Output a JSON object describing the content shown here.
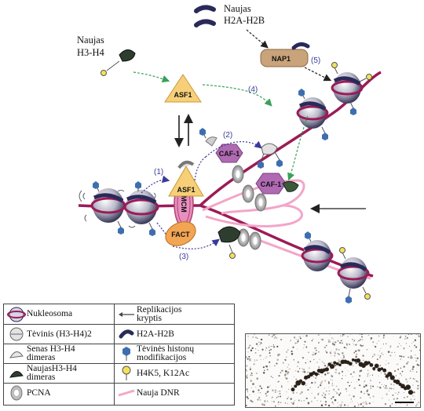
{
  "diagram": {
    "label_new_h2a_h2b": [
      "Naujas",
      "H2A-H2B"
    ],
    "label_new_h3_h4": [
      "Naujas",
      "H3-H4"
    ],
    "nap1": "NAP1",
    "asf1_top": "ASF1",
    "asf1_mid": "ASF1",
    "caf1_upper": "CAF-1",
    "caf1_lower": "CAF-1",
    "mcm": "MCM",
    "fact": "FACT",
    "steps": [
      "(1)",
      "(2)",
      "(3)",
      "(4)",
      "(5)"
    ]
  },
  "legend": {
    "rows": [
      {
        "left": "Nukleosoma",
        "right": [
          "Replikacijos",
          "kryptis"
        ]
      },
      {
        "left": "Tėvinis (H3-H4)2",
        "right": [
          "H2A-H2B"
        ]
      },
      {
        "left": [
          "Senas H3-H4",
          "dimeras"
        ],
        "right": [
          "Tėvinės histonų",
          "modifikacijos"
        ]
      },
      {
        "left": [
          "NaujasH3-H4",
          "dimeras"
        ],
        "right": [
          "H4K5, K12Ac"
        ]
      },
      {
        "left": "PCNA",
        "right": [
          "Nauja DNR"
        ]
      }
    ]
  },
  "colors": {
    "dna_strand": "#9b1b57",
    "new_dna": "#f2a6c8",
    "histone_dark": "#2a2a5a",
    "nap1": "#c9a37a",
    "asf1": "#f7cf79",
    "caf1": "#b06ab3",
    "mcm": "#e88fbf",
    "fact": "#f2a553",
    "modification": "#3d6fb0",
    "acetylation": "#f3e15a",
    "pathway_green": "#3aa05a"
  }
}
